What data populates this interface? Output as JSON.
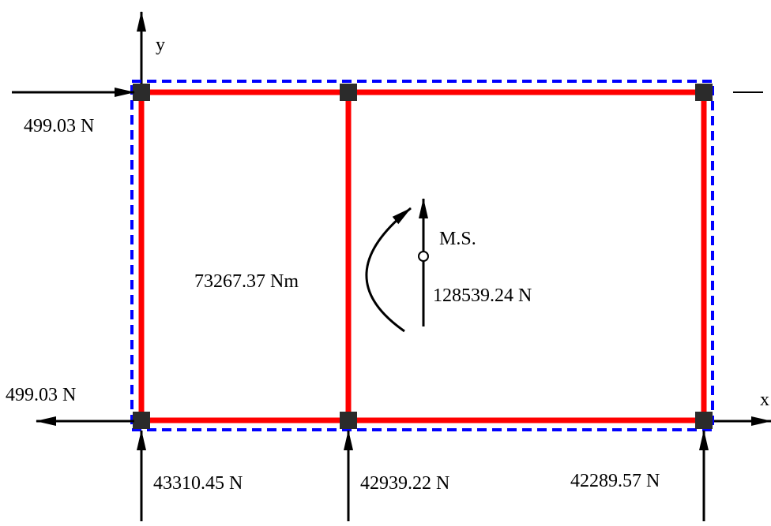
{
  "axes": {
    "x_label": "x",
    "y_label": "y"
  },
  "labels": {
    "left_top_force": "499.03 N",
    "left_bottom_force": "499.03 N",
    "moment": "73267.37 Nm",
    "ms": "M.S.",
    "center_force": "128539.24 N",
    "support_1": "43310.45 N",
    "support_2": "42939.22 N",
    "support_3": "42289.57 N"
  },
  "colors": {
    "frame": "#ff0000",
    "bounding_box": "#0000ff",
    "node": "#2b2b2b",
    "arrow": "#000000"
  }
}
